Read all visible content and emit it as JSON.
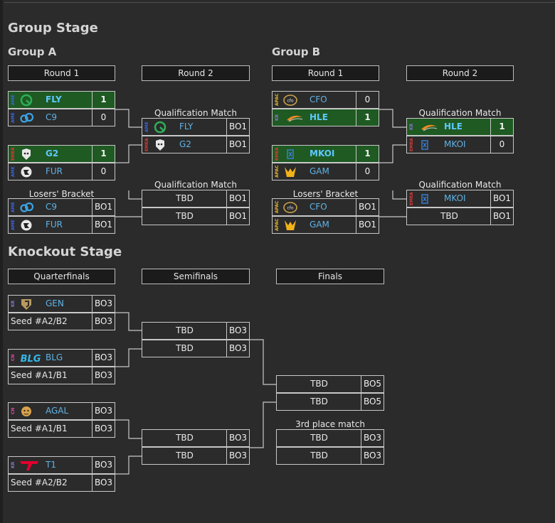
{
  "colors": {
    "ame": "#3d63d9",
    "emea": "#d93a3a",
    "apac": "#e0b22c",
    "kr": "#8a74c9",
    "cn": "#d94aa5",
    "team": "#5fb3e6",
    "win": "#1e5a22"
  },
  "group_stage": {
    "title": "Group Stage",
    "group_a": {
      "title": "Group A",
      "round1": "Round 1",
      "round2": "Round 2",
      "r1_match1": [
        {
          "region": "AME",
          "team": "FLY",
          "score": "1",
          "winner": true,
          "logo": "fly-logo"
        },
        {
          "region": "AME",
          "team": "C9",
          "score": "0",
          "logo": "c9-logo"
        }
      ],
      "r1_match2": [
        {
          "region": "EMEA",
          "team": "G2",
          "score": "1",
          "winner": true,
          "logo": "g2-logo"
        },
        {
          "region": "AME",
          "team": "FUR",
          "score": "0",
          "logo": "fur-logo"
        }
      ],
      "losers_label": "Losers' Bracket",
      "losers": [
        {
          "region": "AME",
          "team": "C9",
          "score": "BO1",
          "logo": "c9-logo"
        },
        {
          "region": "AME",
          "team": "FUR",
          "score": "BO1",
          "logo": "fur-logo"
        }
      ],
      "qual1_label": "Qualification Match",
      "qual1": [
        {
          "region": "AME",
          "team": "FLY",
          "score": "BO1",
          "logo": "fly-logo"
        },
        {
          "region": "EMEA",
          "team": "G2",
          "score": "BO1",
          "logo": "g2-logo"
        }
      ],
      "qual2_label": "Qualification Match",
      "qual2": [
        {
          "team": "TBD",
          "score": "BO1"
        },
        {
          "team": "TBD",
          "score": "BO1"
        }
      ]
    },
    "group_b": {
      "title": "Group B",
      "round1": "Round 1",
      "round2": "Round 2",
      "r1_match1": [
        {
          "region": "APAC",
          "team": "CFO",
          "score": "0",
          "logo": "cfo-logo"
        },
        {
          "region": "KR",
          "team": "HLE",
          "score": "1",
          "winner": true,
          "logo": "hle-logo"
        }
      ],
      "r1_match2": [
        {
          "region": "EMEA",
          "team": "MKOI",
          "score": "1",
          "winner": true,
          "logo": "mkoi-logo"
        },
        {
          "region": "APAC",
          "team": "GAM",
          "score": "0",
          "logo": "gam-logo"
        }
      ],
      "losers_label": "Losers' Bracket",
      "losers": [
        {
          "region": "APAC",
          "team": "CFO",
          "score": "BO1",
          "logo": "cfo-logo"
        },
        {
          "region": "APAC",
          "team": "GAM",
          "score": "BO1",
          "logo": "gam-logo"
        }
      ],
      "qual1_label": "Qualification Match",
      "qual1": [
        {
          "region": "KR",
          "team": "HLE",
          "score": "1",
          "winner": true,
          "logo": "hle-logo"
        },
        {
          "region": "EMEA",
          "team": "MKOI",
          "score": "0",
          "logo": "mkoi-logo"
        }
      ],
      "qual2_label": "Qualification Match",
      "qual2": [
        {
          "region": "EMEA",
          "team": "MKOI",
          "score": "BO1",
          "logo": "mkoi-logo"
        },
        {
          "team": "TBD",
          "score": "BO1"
        }
      ]
    }
  },
  "knockout": {
    "title": "Knockout Stage",
    "quarterfinals": "Quarterfinals",
    "semifinals": "Semifinals",
    "finals": "Finals",
    "qf1": [
      {
        "region": "KR",
        "team": "GEN",
        "score": "BO3",
        "logo": "gen-logo"
      },
      {
        "seed": "Seed #A2/B2",
        "score": "BO3"
      }
    ],
    "qf2": [
      {
        "region": "CN",
        "team": "BLG",
        "score": "BO3",
        "logo": "blg-logo"
      },
      {
        "seed": "Seed #A1/B1",
        "score": "BO3"
      }
    ],
    "qf3": [
      {
        "region": "CN",
        "team": "AGAL",
        "score": "BO3",
        "logo": "agal-logo"
      },
      {
        "seed": "Seed #A1/B1",
        "score": "BO3"
      }
    ],
    "qf4": [
      {
        "region": "KR",
        "team": "T1",
        "score": "BO3",
        "logo": "t1-logo"
      },
      {
        "seed": "Seed #A2/B2",
        "score": "BO3"
      }
    ],
    "sf1": [
      {
        "team": "TBD",
        "score": "BO3"
      },
      {
        "team": "TBD",
        "score": "BO3"
      }
    ],
    "sf2": [
      {
        "team": "TBD",
        "score": "BO3"
      },
      {
        "team": "TBD",
        "score": "BO3"
      }
    ],
    "final": [
      {
        "team": "TBD",
        "score": "BO5"
      },
      {
        "team": "TBD",
        "score": "BO5"
      }
    ],
    "third_label": "3rd place match",
    "third": [
      {
        "team": "TBD",
        "score": "BO3"
      },
      {
        "team": "TBD",
        "score": "BO3"
      }
    ]
  }
}
